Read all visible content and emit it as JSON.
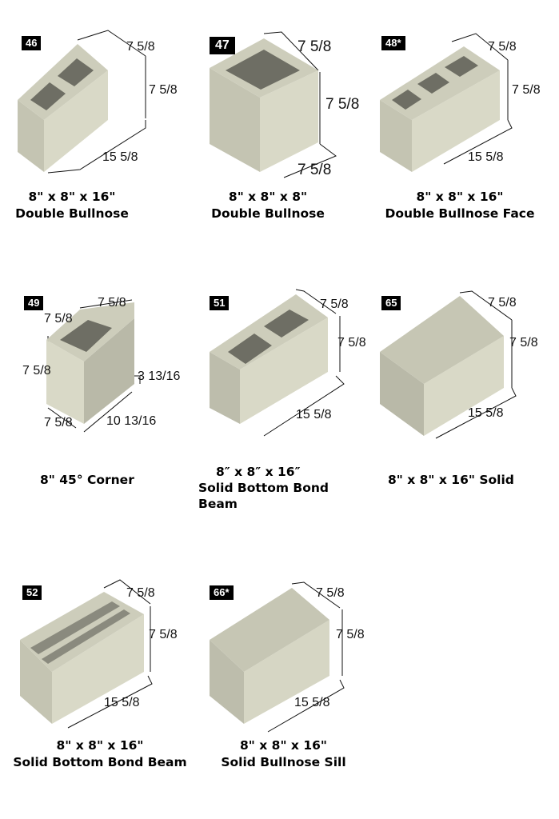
{
  "blocks": [
    {
      "number": "46",
      "dims": [
        "7 5/8",
        "7 5/8",
        "15 5/8"
      ],
      "caption": [
        "8\" x  8\" x  16\"",
        "Double  Bullnose"
      ]
    },
    {
      "number": "47",
      "dims": [
        "7 5/8",
        "7 5/8",
        "7 5/8"
      ],
      "caption": [
        "8\" x  8\" x  8\"",
        "Double  Bullnose"
      ]
    },
    {
      "number": "48*",
      "dims": [
        "7 5/8",
        "7 5/8",
        "15 5/8"
      ],
      "caption": [
        "8\" x  8\" x  16\"",
        "Double  Bullnose  Face"
      ]
    },
    {
      "number": "49",
      "dims": [
        "7 5/8",
        "7 5/8",
        "7 5/8",
        "7 5/8",
        "10 13/16",
        "3 13/16"
      ],
      "caption": [
        "8\"  45° Corner"
      ]
    },
    {
      "number": "51",
      "dims": [
        "7 5/8",
        "7 5/8",
        "15 5/8"
      ],
      "caption": [
        "8″ x  8″ x  16″",
        "Solid  Bottom  Bond",
        "Beam"
      ]
    },
    {
      "number": "65",
      "dims": [
        "7 5/8",
        "7 5/8",
        "15 5/8"
      ],
      "caption": [
        "8\" x  8\" x  16\" Solid"
      ]
    },
    {
      "number": "52",
      "dims": [
        "7 5/8",
        "7 5/8",
        "15 5/8"
      ],
      "caption": [
        "8\" x  8\" x  16\"",
        "Solid Bottom Bond Beam"
      ]
    },
    {
      "number": "66*",
      "dims": [
        "7 5/8",
        "7 5/8",
        "15 5/8"
      ],
      "caption": [
        "8\" x  8\" x  16\"",
        "Solid  Bullnose  Sill"
      ]
    }
  ],
  "colors": {
    "end_face": "#c4c4b2",
    "long_face": "#d9d9c7",
    "top_face": "#cdcdbb",
    "hole": "#6e6e64"
  }
}
